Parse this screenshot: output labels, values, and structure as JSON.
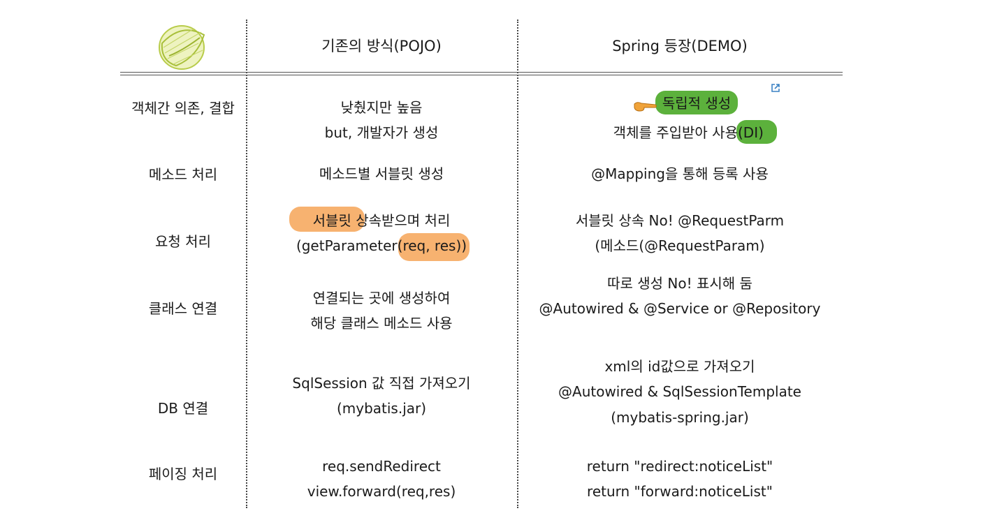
{
  "header": {
    "logo_icon": "spring-leaf-logo-icon",
    "col_pojo": "기존의 방식(POJO)",
    "col_spring": "Spring 등장(DEMO)"
  },
  "rows": [
    {
      "label": "객체간 의존, 결합",
      "pojo": [
        "낮췄지만 높음",
        "but, 개발자가 생성"
      ],
      "spring_pointer_icon": "pointing-hand-icon",
      "spring_highlight": "독립적 생성",
      "spring_line2_prefix": "객체를 주입받아 사용",
      "spring_line2_suffix": "(DI)",
      "link_icon": "external-link-icon"
    },
    {
      "label": "메소드 처리",
      "pojo": [
        "메소드별 서블릿 생성"
      ],
      "spring": [
        "@Mapping을 통해 등록 사용"
      ]
    },
    {
      "label": "요청 처리",
      "pojo": [
        "서블릿 상속받으며 처리",
        "(getParameter(req, res))"
      ],
      "spring": [
        "서블릿 상속 No! @RequestParm",
        "(메소드(@RequestParam)"
      ]
    },
    {
      "label": "클래스 연결",
      "pojo": [
        "연결되는 곳에 생성하여",
        "해당 클래스 메소드 사용"
      ],
      "spring": [
        "따로 생성 No! 표시해 둠",
        "@Autowired & @Service or @Repository"
      ]
    },
    {
      "label": "DB 연결",
      "pojo": [
        "SqlSession 값 직접 가져오기",
        "(mybatis.jar)"
      ],
      "spring": [
        "xml의 id값으로 가져오기",
        "@Autowired & SqlSessionTemplate",
        "(mybatis-spring.jar)"
      ]
    },
    {
      "label": "페이징 처리",
      "pojo": [
        "req.sendRedirect",
        "view.forward(req,res)"
      ],
      "spring": [
        "return \"redirect:noticeList\"",
        "return \"forward:noticeList\""
      ]
    }
  ],
  "colors": {
    "highlight_orange": "#f7b270",
    "highlight_green": "#5cb13c",
    "logo_green": "#b8cc4a",
    "link_blue": "#3b82c4",
    "pointer_orange": "#f0a33a"
  }
}
